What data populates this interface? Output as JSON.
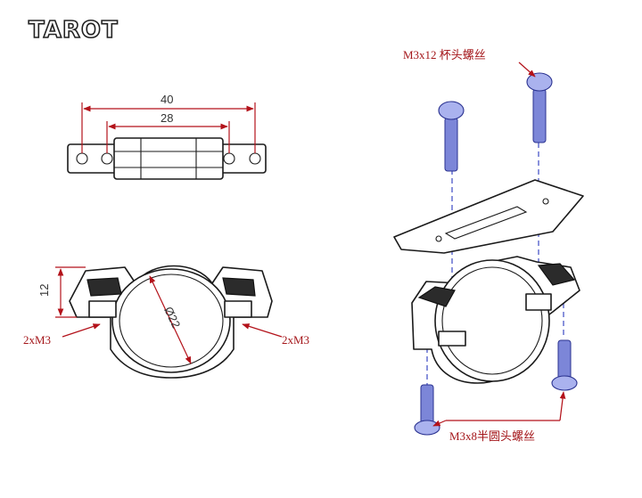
{
  "brand": {
    "logo_text": "TAROT"
  },
  "dimensions": {
    "width_outer": "40",
    "width_inner": "28",
    "height": "12",
    "diameter": "Ø22",
    "left_holes": "2xM3",
    "right_holes": "2xM3"
  },
  "callouts": {
    "top_screw": "M3x12 杯头螺丝",
    "bottom_screw": "M3x8半圆头螺丝"
  },
  "colors": {
    "dimension_lines": "#b3121a",
    "callout_text": "#a4161a",
    "screws": "#7c86d8"
  }
}
